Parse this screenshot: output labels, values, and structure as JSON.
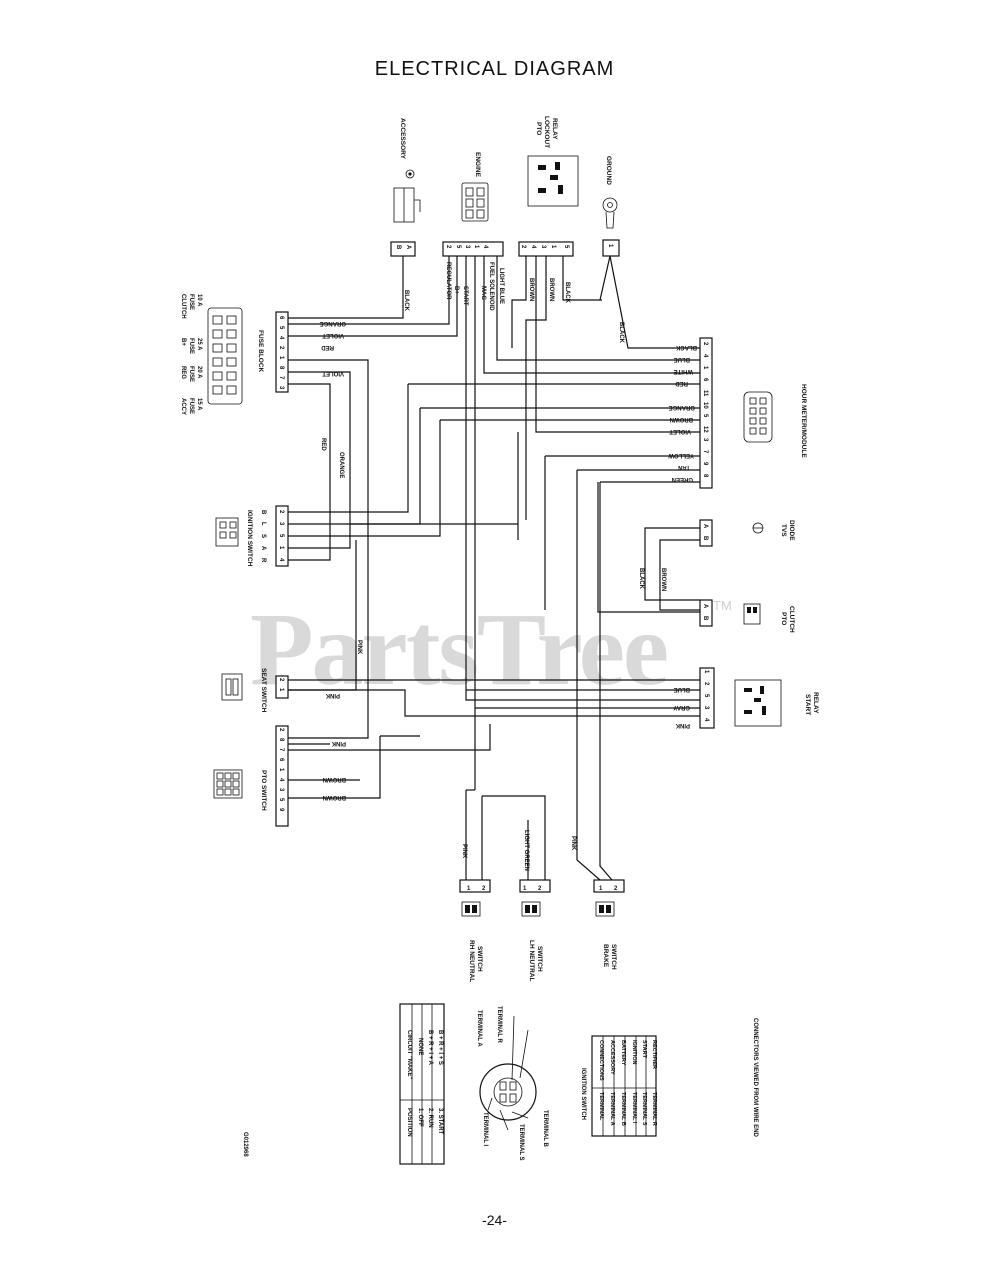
{
  "title": "ELECTRICAL DIAGRAM",
  "page_number": "-24-",
  "watermark": "PartsTree",
  "watermark_tm": "TM",
  "figure_code": "G012968",
  "components": {
    "accessory": "ACCESSORY",
    "engine": "ENGINE",
    "pto_relay": [
      "PTO",
      "LOCKOUT",
      "RELAY"
    ],
    "ground": "GROUND",
    "fuse_block": "FUSE BLOCK",
    "fuses": [
      {
        "lines": [
          "ACCY",
          "FUSE",
          "15 A"
        ]
      },
      {
        "lines": [
          "REG",
          "FUSE",
          "20 A"
        ]
      },
      {
        "lines": [
          "B+",
          "FUSE",
          "25 A"
        ]
      },
      {
        "lines": [
          "CLUTCH",
          "FUSE",
          "10 A"
        ]
      }
    ],
    "hour_meter": "HOUR METER/MODULE",
    "ignition_switch": "IGNITION SWITCH",
    "tvs_diode": [
      "TVS",
      "DIODE"
    ],
    "pto_clutch": [
      "PTO",
      "CLUTCH"
    ],
    "seat_switch": "SEAT SWITCH",
    "start_relay": [
      "START",
      "RELAY"
    ],
    "pto_switch": "PTO SWITCH",
    "rh_neutral": [
      "RH NEUTRAL",
      "SWITCH"
    ],
    "lh_neutral": [
      "LH NEUTRAL",
      "SWITCH"
    ],
    "brake_switch": [
      "BRAKE",
      "SWITCH"
    ]
  },
  "wire_labels": {
    "black": "BLACK",
    "regulator": "REGULATOR",
    "b_plus": "B+",
    "start": "START",
    "mag": "MAG",
    "fuel_solenoid": "FUEL SOLENOID",
    "light_blue": "LIGHT BLUE",
    "brown": "BROWN",
    "orange": "ORANGE",
    "violet": "VIOLET",
    "red": "RED",
    "pink": "PINK",
    "blue": "BLUE",
    "white": "WHITE",
    "yellow": "YELLOW",
    "tan": "TAN",
    "green": "GREEN",
    "gray": "GRAY",
    "light_green": "LIGHT GREEN"
  },
  "pins": {
    "accessory": [
      "B",
      "A"
    ],
    "engine": [
      "2",
      "5",
      "3",
      "1",
      "4"
    ],
    "relay": [
      "2",
      "4",
      "3",
      "1",
      "5"
    ],
    "ground": [
      "1"
    ],
    "fuse_block": [
      "6",
      "5",
      "4",
      "2",
      "1",
      "8",
      "7",
      "3"
    ],
    "hour_meter": [
      "2",
      "4",
      "1",
      "6",
      "11",
      "10",
      "5",
      "12",
      "3",
      "7",
      "9",
      "8"
    ],
    "ignition": [
      "B",
      "L",
      "S",
      "A",
      "R"
    ],
    "ignition_nums": [
      "2",
      "3",
      "5",
      "1",
      "4"
    ],
    "tvs": [
      "A",
      "B"
    ],
    "pto_clutch": [
      "A",
      "B"
    ],
    "seat": [
      "2",
      "1"
    ],
    "start_relay": [
      "1",
      "2",
      "5",
      "3",
      "4"
    ],
    "pto_switch": [
      "2",
      "8",
      "7",
      "6",
      "1",
      "4",
      "3",
      "5",
      "9"
    ],
    "two_pin": [
      "1",
      "2"
    ]
  },
  "ignition_table": {
    "headers": [
      "POSITION",
      "CIRCUIT \"MAKE\""
    ],
    "rows": [
      [
        "1. OFF",
        "NONE"
      ],
      [
        "2. RUN",
        "B + R + I + A"
      ],
      [
        "3. START",
        "B + R + I + S"
      ]
    ]
  },
  "terminal_labels": [
    "TERMINAL A",
    "TERMINAL R",
    "TERMINAL I",
    "TERMINAL S",
    "TERMINAL B"
  ],
  "connection_table": {
    "title": "IGNITION SWITCH",
    "headers": [
      "TERMINAL",
      "CONNECTIONS"
    ],
    "rows": [
      [
        "TERMINAL A",
        "ACCESSORY"
      ],
      [
        "TERMINAL B",
        "BATTERY"
      ],
      [
        "TERMINAL I",
        "IGNITION"
      ],
      [
        "TERMINAL S",
        "START"
      ],
      [
        "TERMINAL R",
        "RECTIFIER"
      ]
    ]
  },
  "note": "CONNECTORS VIEWED FROM WIRE END"
}
